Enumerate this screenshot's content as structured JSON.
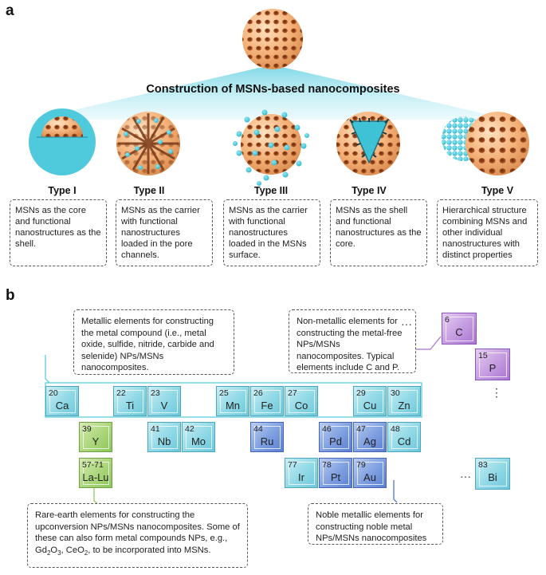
{
  "panel_a_label": "a",
  "panel_b_label": "b",
  "banner_title": "Construction of MSNs-based nanocomposites",
  "types": [
    {
      "label": "Type I",
      "desc": "MSNs as the core and functional nanostructures as the shell."
    },
    {
      "label": "Type II",
      "desc": "MSNs as the carrier with functional nanostructures loaded in the pore channels."
    },
    {
      "label": "Type III",
      "desc": "MSNs as the carrier with functional nanostructures loaded in the MSNs surface."
    },
    {
      "label": "Type IV",
      "desc": "MSNs as the shell and functional nanostructures as the core."
    },
    {
      "label": "Type V",
      "desc": "Hierarchical structure combining MSNs and other individual nanostructures with distinct properties"
    }
  ],
  "notes": {
    "metallic": "Metallic elements for constructing the metal compound (i.e., metal oxide, sulfide, nitride, carbide and selenide) NPs/MSNs nanocomposites.",
    "nonmetallic": "Non-metallic elements for constructing the metal-free NPs/MSNs nanocomposites. Typical elements include C and P.",
    "rare_earth_before": "Rare-earth elements for constructing the upconversion NPs/MSNs nanocomposites. Some of these can also form metal compounds NPs, e.g., ",
    "rare_earth_f1_a": "Gd",
    "rare_earth_f1_b": "2",
    "rare_earth_f1_c": "O",
    "rare_earth_f1_d": "3",
    "rare_earth_sep": ", ",
    "rare_earth_f2_a": "CeO",
    "rare_earth_f2_b": "2",
    "rare_earth_after": ", to be incorporated into MSNs.",
    "noble": "Noble metallic elements for constructing noble metal NPs/MSNs nanocomposites"
  },
  "elements": [
    {
      "num": "20",
      "sym": "Ca",
      "group": "cyan"
    },
    {
      "num": "22",
      "sym": "Ti",
      "group": "cyan"
    },
    {
      "num": "23",
      "sym": "V",
      "group": "cyan"
    },
    {
      "num": "25",
      "sym": "Mn",
      "group": "cyan"
    },
    {
      "num": "26",
      "sym": "Fe",
      "group": "cyan"
    },
    {
      "num": "27",
      "sym": "Co",
      "group": "cyan"
    },
    {
      "num": "29",
      "sym": "Cu",
      "group": "cyan"
    },
    {
      "num": "30",
      "sym": "Zn",
      "group": "cyan"
    },
    {
      "num": "39",
      "sym": "Y",
      "group": "green"
    },
    {
      "num": "41",
      "sym": "Nb",
      "group": "cyan"
    },
    {
      "num": "42",
      "sym": "Mo",
      "group": "cyan"
    },
    {
      "num": "44",
      "sym": "Ru",
      "group": "blue"
    },
    {
      "num": "46",
      "sym": "Pd",
      "group": "blue"
    },
    {
      "num": "47",
      "sym": "Ag",
      "group": "blue"
    },
    {
      "num": "48",
      "sym": "Cd",
      "group": "cyan"
    },
    {
      "num": "57-71",
      "sym": "La-Lu",
      "group": "green"
    },
    {
      "num": "77",
      "sym": "Ir",
      "group": "cyan"
    },
    {
      "num": "78",
      "sym": "Pt",
      "group": "blue"
    },
    {
      "num": "79",
      "sym": "Au",
      "group": "blue"
    },
    {
      "num": "83",
      "sym": "Bi",
      "group": "cyan"
    },
    {
      "num": "6",
      "sym": "C",
      "group": "purple"
    },
    {
      "num": "15",
      "sym": "P",
      "group": "purple"
    }
  ],
  "ellipsis_h": "···",
  "ellipsis_v": "⋮",
  "colors": {
    "teal_accent": "#4fc9dc",
    "sphere_orange": "#f2b47d",
    "pore_brown": "#9c4a20",
    "cyan_element": "#8fd8e6",
    "blue_element": "#7d9ee0",
    "green_element": "#aad67a",
    "purple_element": "#c49ae0"
  }
}
